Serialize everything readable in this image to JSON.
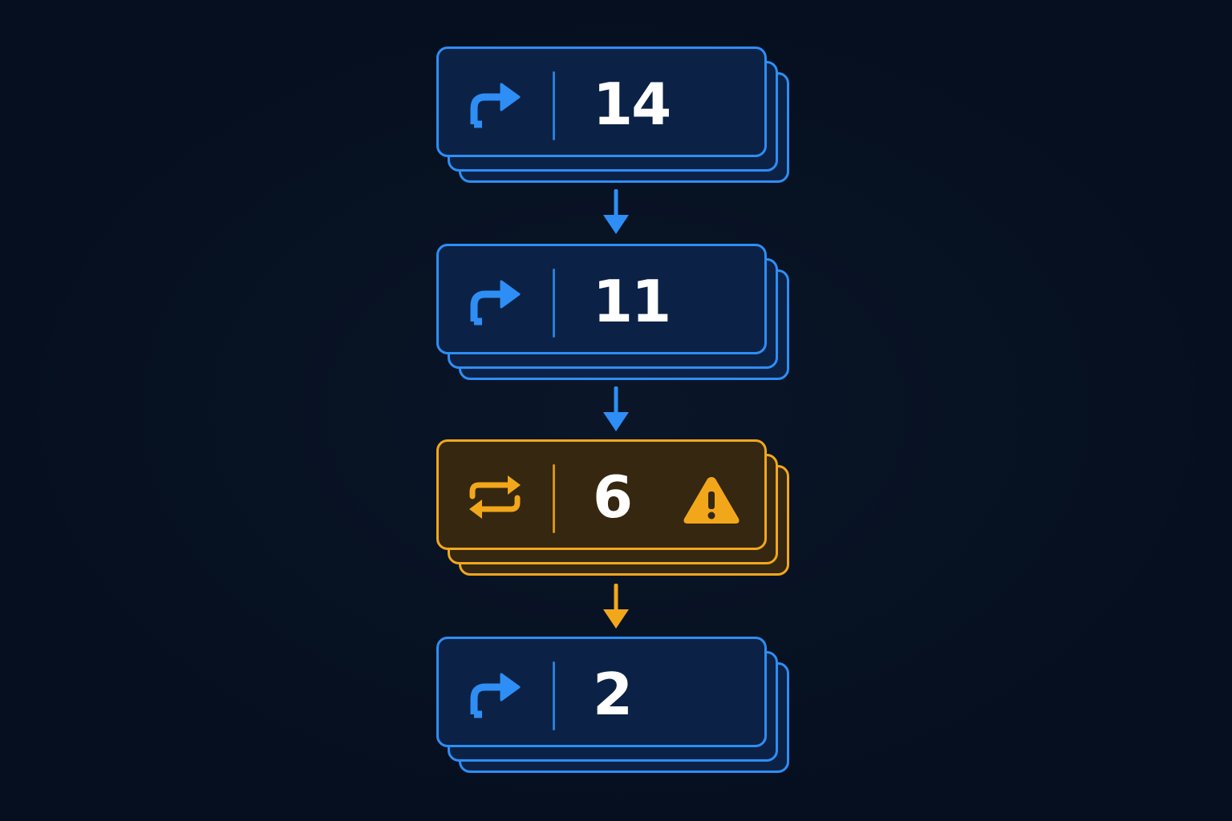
{
  "colors": {
    "background": "#050f1f",
    "accent_blue": "#2e8ef5",
    "card_blue": "#0b2246",
    "accent_orange": "#f2a71b",
    "card_orange": "#352710",
    "text": "#ffffff"
  },
  "steps": [
    {
      "value": "14",
      "icon": "redirect-arrow-icon",
      "status": "normal"
    },
    {
      "value": "11",
      "icon": "redirect-arrow-icon",
      "status": "normal"
    },
    {
      "value": "6",
      "icon": "repeat-icon",
      "status": "warning",
      "badge_icon": "warning-triangle-icon"
    },
    {
      "value": "2",
      "icon": "redirect-arrow-icon",
      "status": "normal"
    }
  ],
  "connectors": [
    {
      "icon": "arrow-down-icon",
      "color": "#2e8ef5"
    },
    {
      "icon": "arrow-down-icon",
      "color": "#2e8ef5"
    },
    {
      "icon": "arrow-down-icon",
      "color": "#f2a71b"
    }
  ]
}
